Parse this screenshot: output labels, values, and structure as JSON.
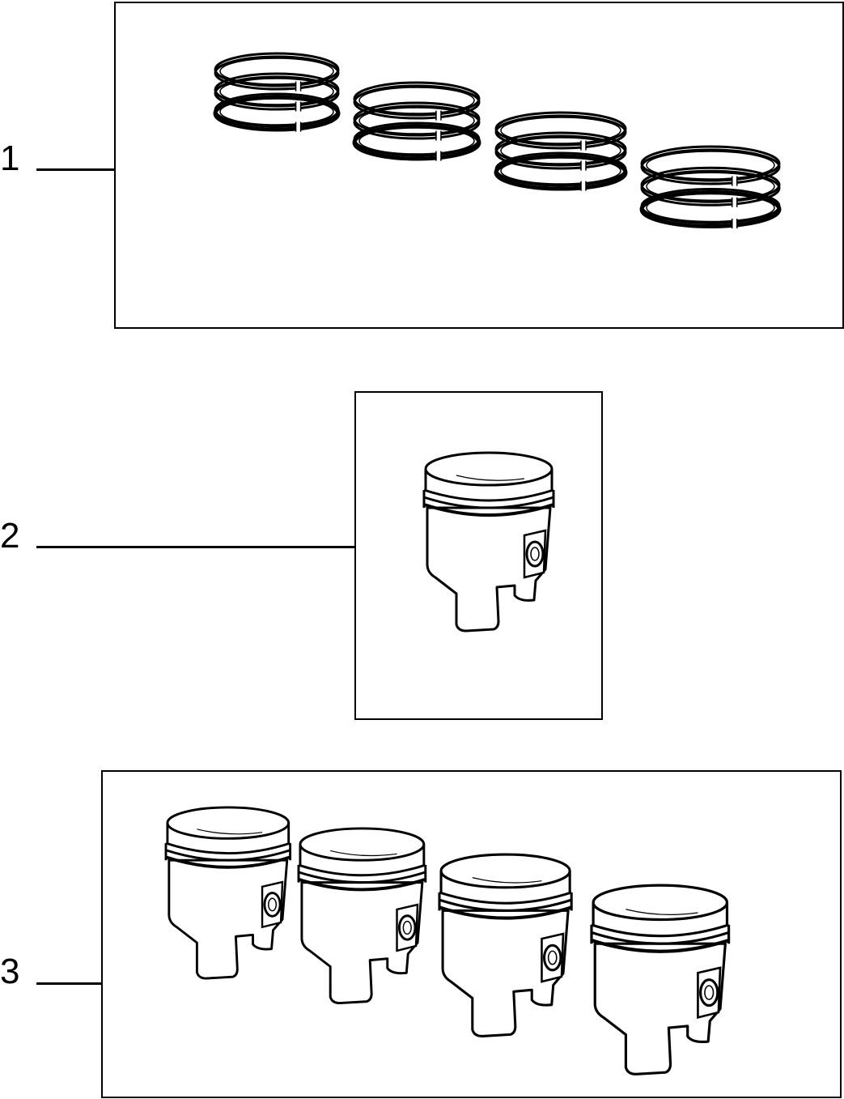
{
  "callouts": [
    {
      "number": "1",
      "part": "piston-ring-set",
      "quantity": 4
    },
    {
      "number": "2",
      "part": "piston",
      "quantity": 1
    },
    {
      "number": "3",
      "part": "piston-set",
      "quantity": 4
    }
  ],
  "colors": {
    "line": "#000000",
    "background": "#ffffff"
  }
}
